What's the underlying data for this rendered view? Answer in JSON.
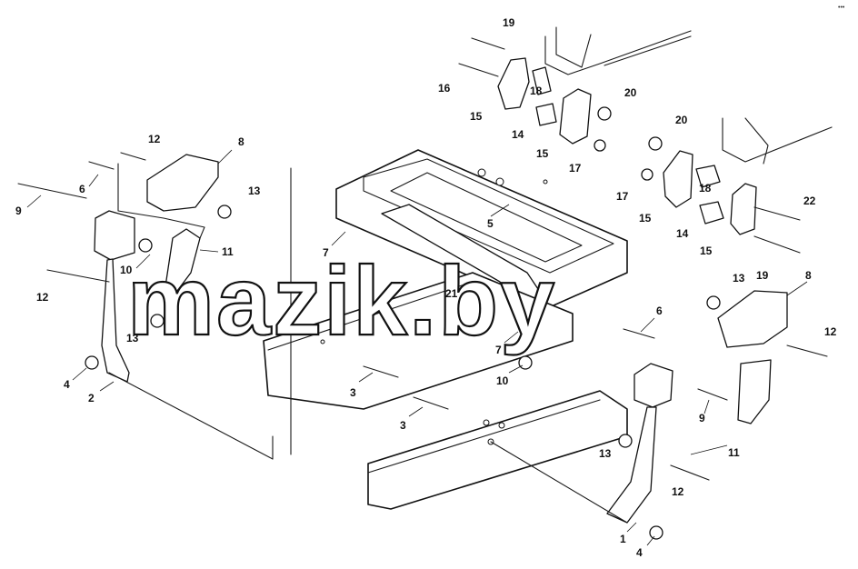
{
  "watermark": "mazik.by",
  "corner_mark": "•••",
  "callouts": {
    "c1": "1",
    "c2": "2",
    "c3a": "3",
    "c3b": "3",
    "c4a": "4",
    "c4b": "4",
    "c5": "5",
    "c6a": "6",
    "c6b": "6",
    "c7a": "7",
    "c7b": "7",
    "c8a": "8",
    "c8b": "8",
    "c9a": "9",
    "c9b": "9",
    "c10a": "10",
    "c10b": "10",
    "c11a": "11",
    "c11b": "11",
    "c12a": "12",
    "c12b": "12",
    "c12c": "12",
    "c12d": "12",
    "c13a": "13",
    "c13b": "13",
    "c13c": "13",
    "c13d": "13",
    "c14a": "14",
    "c14b": "14",
    "c15a": "15",
    "c15b": "15",
    "c15c": "15",
    "c15d": "15",
    "c16": "16",
    "c17a": "17",
    "c17b": "17",
    "c18a": "18",
    "c18b": "18",
    "c19a": "19",
    "c19b": "19",
    "c20a": "20",
    "c20b": "20",
    "c21": "21",
    "c22": "22"
  }
}
